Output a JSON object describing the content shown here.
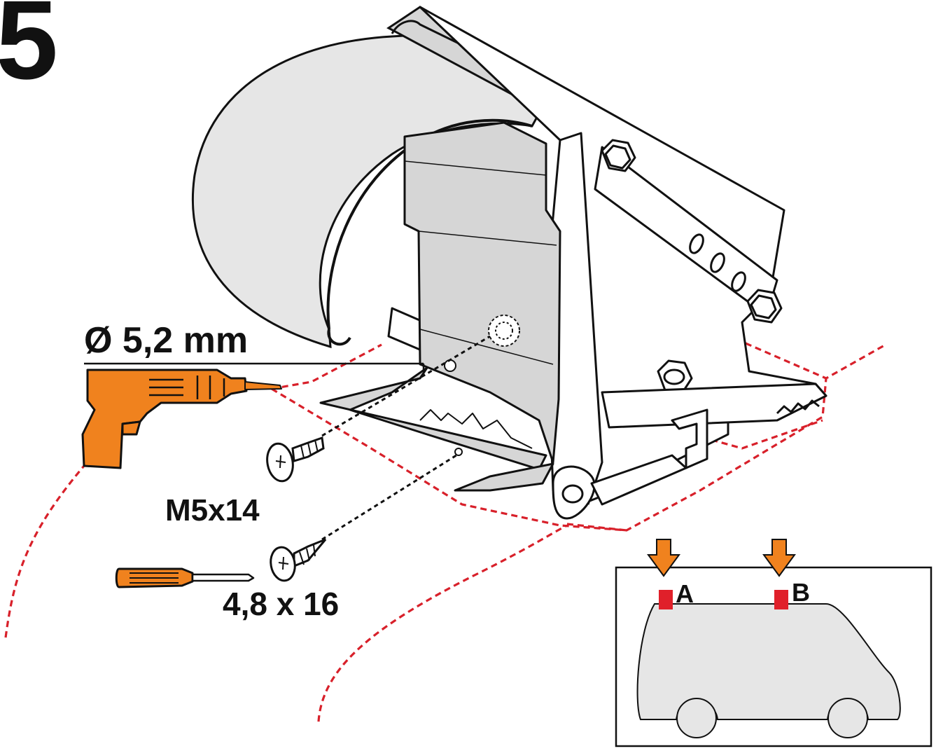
{
  "step": {
    "number": "5"
  },
  "drill": {
    "hole_label": "Ø 5,2 mm",
    "icon": "drill-icon"
  },
  "bolt": {
    "label": "M5x14",
    "icon": "bolt-icon"
  },
  "screw": {
    "label": "4,8 x 16",
    "icon": "screwdriver-icon"
  },
  "inset": {
    "icon": "van-icon",
    "mount_a": "A",
    "mount_b": "B"
  },
  "colors": {
    "accent_orange": "#f0821e",
    "marker_red": "#e0202a",
    "dashed_outline": "#d8202a",
    "part_gray": "#d6d6d6",
    "awning_gray": "#e6e6e6",
    "line": "#111111"
  }
}
